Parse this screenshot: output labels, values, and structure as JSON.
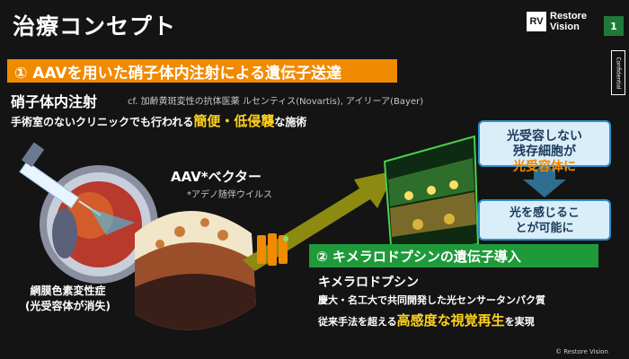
{
  "header": {
    "title": "治療コンセプト",
    "logo_mark": "RV",
    "logo_line1": "Restore",
    "logo_line2": "Vision",
    "page_number": "1",
    "confidential": "Confidential"
  },
  "section1": {
    "banner": "① AAVを用いた硝子体内注射による遺伝子送達",
    "method_title": "硝子体内注射",
    "method_note": "cf. 加齢黄斑変性の抗体医薬 ルセンティス(Novartis), アイリーア(Bayer)",
    "tagline_pre": "手術室のないクリニックでも行われる",
    "tagline_highlight": "簡便・低侵襲",
    "tagline_post": "な施術"
  },
  "illustration": {
    "aav_label": "AAV*ベクター",
    "aav_note": "*アデノ随伴ウイルス",
    "disease_line1": "網膜色素変性症",
    "disease_line2": "(光受容体が消失)"
  },
  "right_panel": {
    "box1_line1": "光受容しない",
    "box1_line2": "残存細胞が",
    "box1_line3": "光受容体に",
    "box2_line1": "光を感じるこ",
    "box2_line2": "とが可能に"
  },
  "section2": {
    "banner": "② キメラロドプシンの遺伝子導入",
    "gene_title": "キメラロドプシン",
    "line1": "慶大・名工大で共同開発した光センサータンパク質",
    "line2_pre": "従来手法を超える",
    "line2_highlight": "高感度な視覚再生",
    "line2_post": "を実現"
  },
  "footer": {
    "copyright": "© Restore Vision"
  },
  "colors": {
    "orange": "#f08a00",
    "green": "#1f9a3a",
    "highlight": "#ffd21f",
    "box_fill": "#d9eef9",
    "box_border": "#2f8fc8"
  }
}
